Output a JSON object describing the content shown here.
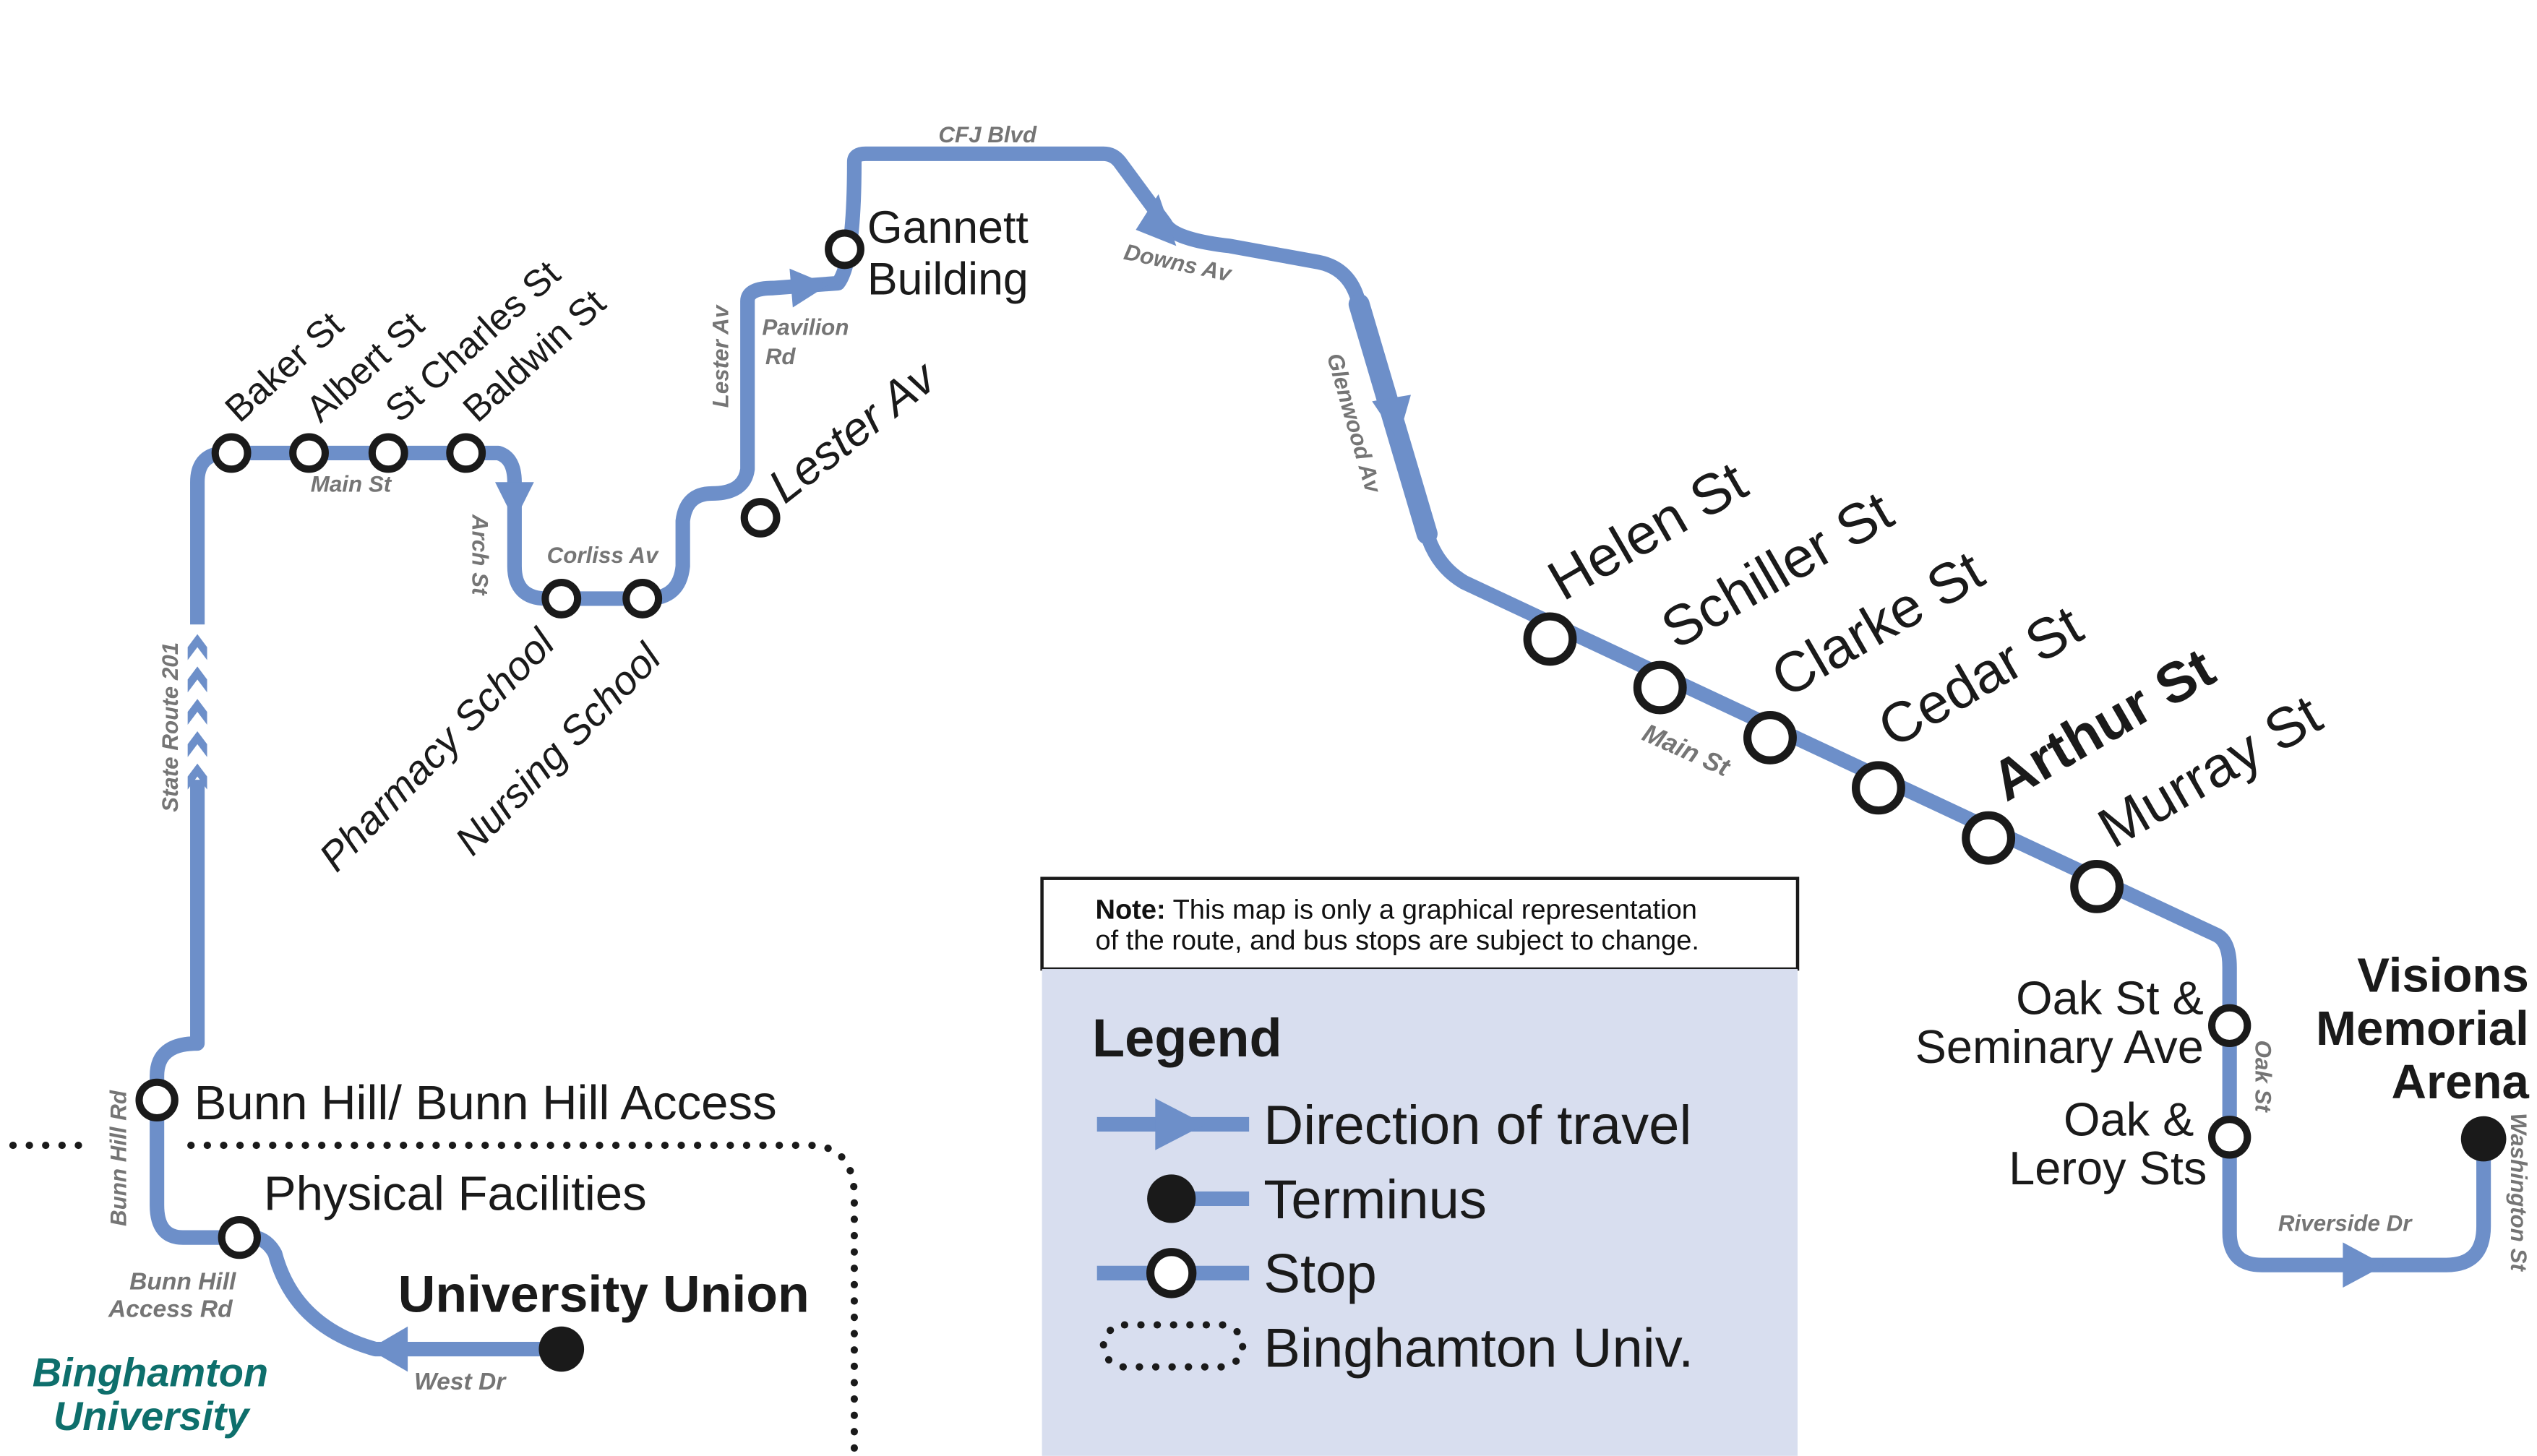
{
  "colors": {
    "route": "#6d8fc9",
    "legend_bg": "#d8deef",
    "stop_fill": "#ffffff",
    "stop_stroke": "#1a1a1a",
    "terminus": "#1a1a1a",
    "univ_label": "#0e6f6c",
    "street_label": "#757575"
  },
  "stops": {
    "baker": "Baker St",
    "albert": "Albert St",
    "st_charles": "St Charles St",
    "baldwin": "Baldwin St",
    "pharmacy": "Pharmacy School",
    "nursing": "Nursing School",
    "lester": "Lester Av",
    "gannett_1": "Gannett",
    "gannett_2": "Building",
    "helen": "Helen St",
    "schiller": "Schiller St",
    "clarke": "Clarke St",
    "cedar": "Cedar St",
    "arthur": "Arthur St",
    "murray": "Murray St",
    "oak_seminary_1": "Oak St &",
    "oak_seminary_2": "Seminary Ave",
    "oak_leroy_1": "Oak &",
    "oak_leroy_2": "Leroy Sts",
    "bunn_hill": "Bunn Hill/ Bunn Hill Access",
    "physical_facilities": "Physical Facilities"
  },
  "termini": {
    "university_union": "University Union",
    "visions_1": "Visions",
    "visions_2": "Memorial",
    "visions_3": "Arena"
  },
  "streets": {
    "main_st_west": "Main St",
    "arch_st": "Arch St",
    "corliss_av": "Corliss Av",
    "lester_av": "Lester Av",
    "pavilion_1": "Pavilion",
    "pavilion_2": "Rd",
    "cfj_blvd": "CFJ Blvd",
    "downs_av": "Downs Av",
    "glenwood_av": "Glenwood Av",
    "main_st_east": "Main St",
    "oak_st": "Oak St",
    "washington_st": "Washington St",
    "riverside_dr": "Riverside Dr",
    "state_route": "State Route 201",
    "bunn_hill_rd": "Bunn Hill Rd",
    "bunn_hill_access_1": "Bunn Hill",
    "bunn_hill_access_2": "Access Rd",
    "west_dr": "West Dr"
  },
  "campus_label": {
    "line1": "Binghamton",
    "line2": "University"
  },
  "note": {
    "bold": "Note:",
    "line1_rest": " This map is only a graphical representation",
    "line2": "of the route, and bus stops are subject to change."
  },
  "legend": {
    "title": "Legend",
    "direction": "Direction of travel",
    "terminus": "Terminus",
    "stop": "Stop",
    "campus": "Binghamton Univ."
  }
}
